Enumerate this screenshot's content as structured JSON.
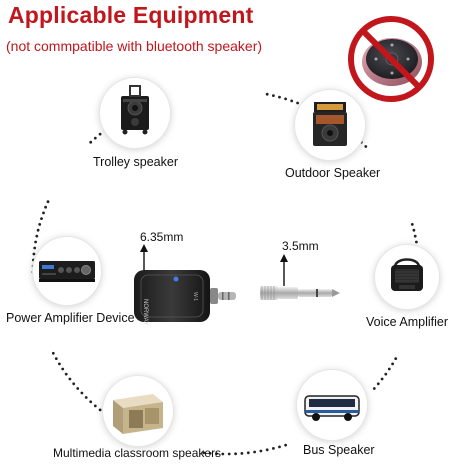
{
  "header": {
    "title": "Applicable Equipment",
    "subtitle": "(not commpatible with bluetooth speaker)"
  },
  "devices": [
    {
      "id": "trolley",
      "label": "Trolley speaker",
      "icon": "trolley-speaker-icon"
    },
    {
      "id": "outdoor",
      "label": "Outdoor Speaker",
      "icon": "outdoor-speaker-icon"
    },
    {
      "id": "amplifier",
      "label": "Power Amplifier Device",
      "icon": "power-amplifier-icon"
    },
    {
      "id": "voice",
      "label": "Voice Amplifier",
      "icon": "voice-amplifier-icon"
    },
    {
      "id": "classroom",
      "label": "Multimedia classroom speakers",
      "icon": "classroom-speakers-icon"
    },
    {
      "id": "bus",
      "label": "Bus Speaker",
      "icon": "bus-speaker-icon"
    }
  ],
  "center": {
    "jack_large": "6.35mm",
    "jack_small": "3.5mm",
    "receiver_icon": "wireless-receiver-icon",
    "adapter_icon": "jack-adapter-icon"
  },
  "badge": {
    "icon": "no-bluetooth-speaker-icon",
    "color": "#c0161c"
  },
  "colors": {
    "accent": "#c0161c",
    "text": "#111111",
    "dots": "#222222"
  }
}
